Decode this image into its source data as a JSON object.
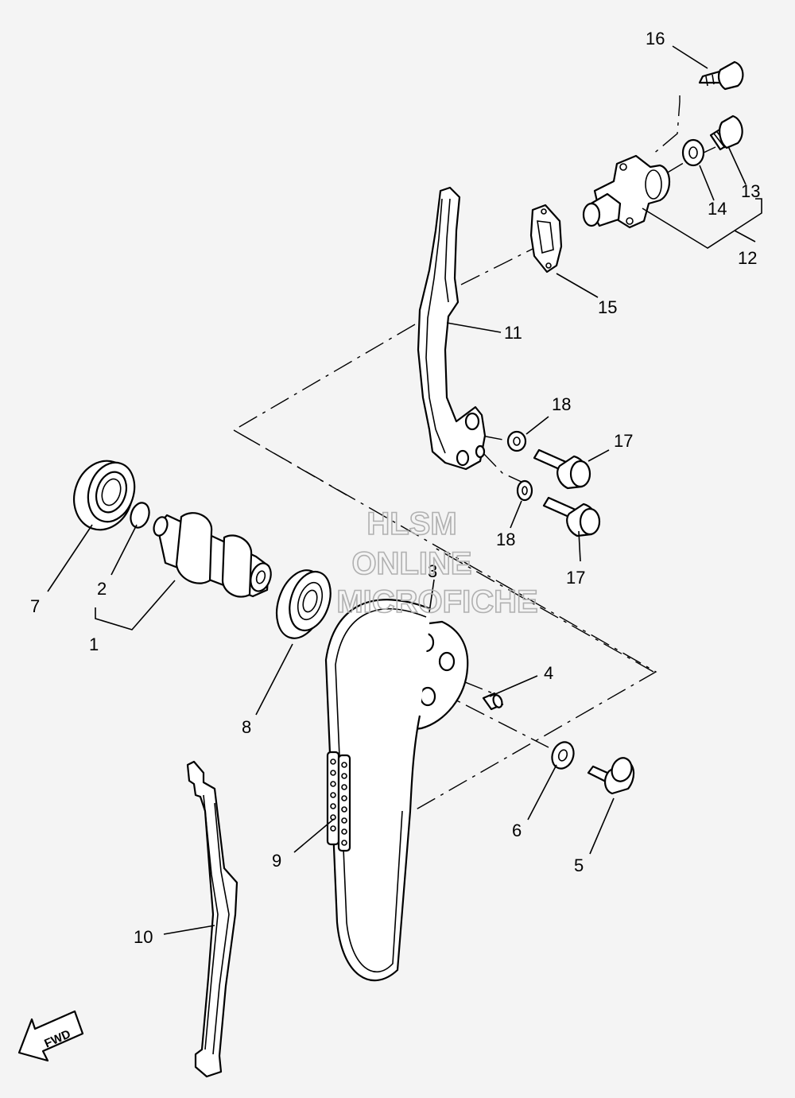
{
  "callouts": [
    {
      "id": "1",
      "label": "1"
    },
    {
      "id": "2",
      "label": "2"
    },
    {
      "id": "3",
      "label": "3"
    },
    {
      "id": "4",
      "label": "4"
    },
    {
      "id": "5",
      "label": "5"
    },
    {
      "id": "6",
      "label": "6"
    },
    {
      "id": "7",
      "label": "7"
    },
    {
      "id": "8",
      "label": "8"
    },
    {
      "id": "9",
      "label": "9"
    },
    {
      "id": "10",
      "label": "10"
    },
    {
      "id": "11",
      "label": "11"
    },
    {
      "id": "12",
      "label": "12"
    },
    {
      "id": "13",
      "label": "13"
    },
    {
      "id": "14",
      "label": "14"
    },
    {
      "id": "15",
      "label": "15"
    },
    {
      "id": "16",
      "label": "16"
    },
    {
      "id": "17a",
      "label": "17"
    },
    {
      "id": "17b",
      "label": "17"
    },
    {
      "id": "18a",
      "label": "18"
    },
    {
      "id": "18b",
      "label": "18"
    }
  ],
  "watermark": {
    "line1": "HLSM",
    "line2": "ONLINE",
    "line3": "MICROFICHE",
    "color": "#b0b0b0"
  },
  "fwd_arrow": {
    "label": "FWD"
  }
}
